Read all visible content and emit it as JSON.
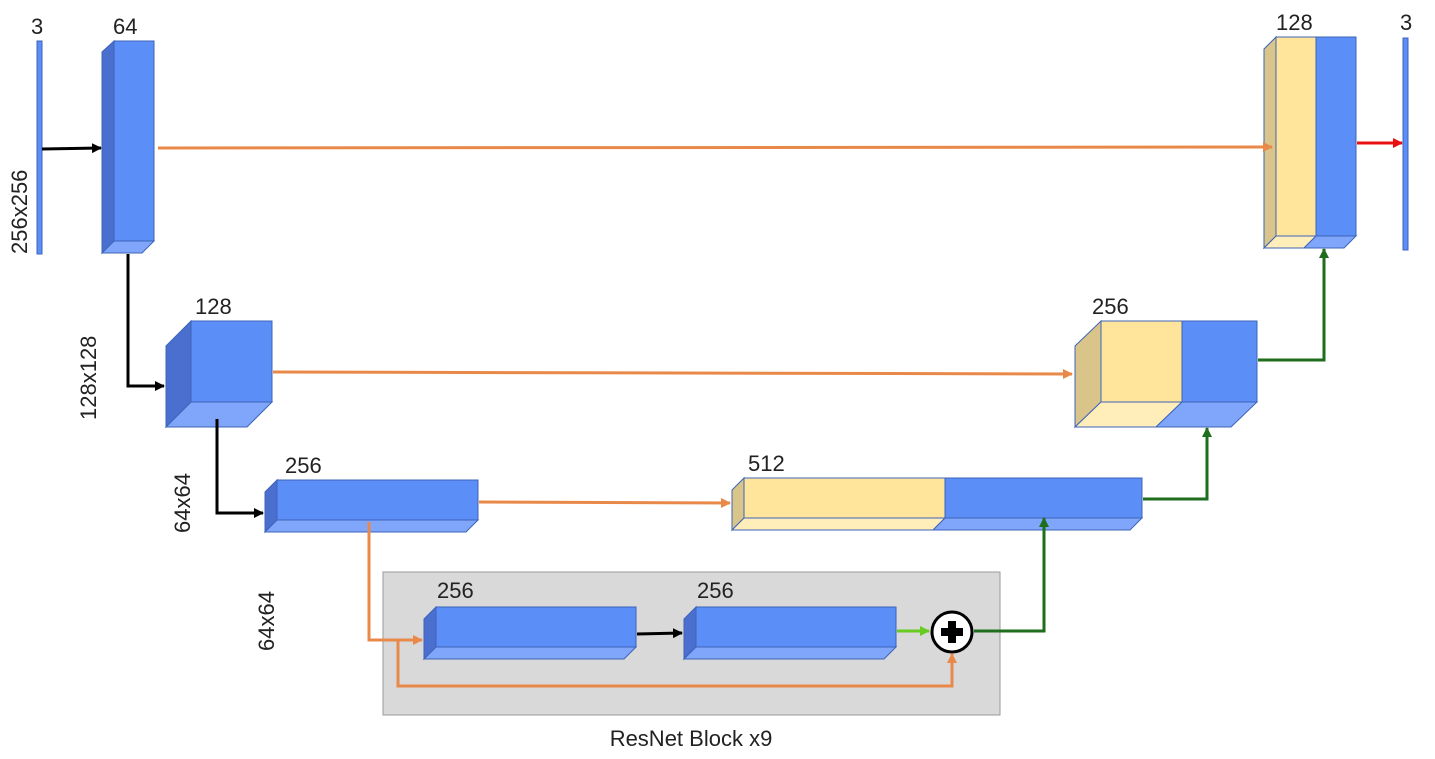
{
  "labels": {
    "input_channels": "3",
    "enc1_channels": "64",
    "enc2_channels": "128",
    "enc3_channels": "256",
    "res1_channels": "256",
    "res2_channels": "256",
    "dec3_channels": "512",
    "dec2_channels": "256",
    "dec1_channels": "128",
    "output_channels": "3",
    "size_256": "256x256",
    "size_128": "128x128",
    "size_64_a": "64x64",
    "size_64_b": "64x64",
    "resnet_caption": "ResNet Block x9"
  },
  "colors": {
    "encoder_block": "#5B8EF7",
    "skip_block": "#FFE49C",
    "skip_connection": "#E8894A",
    "upsample": "#1E6E1E",
    "downsample": "#000000",
    "residual_add": "#66CC22",
    "output": "#E81010",
    "resnet_panel": "#D9D9D9"
  }
}
